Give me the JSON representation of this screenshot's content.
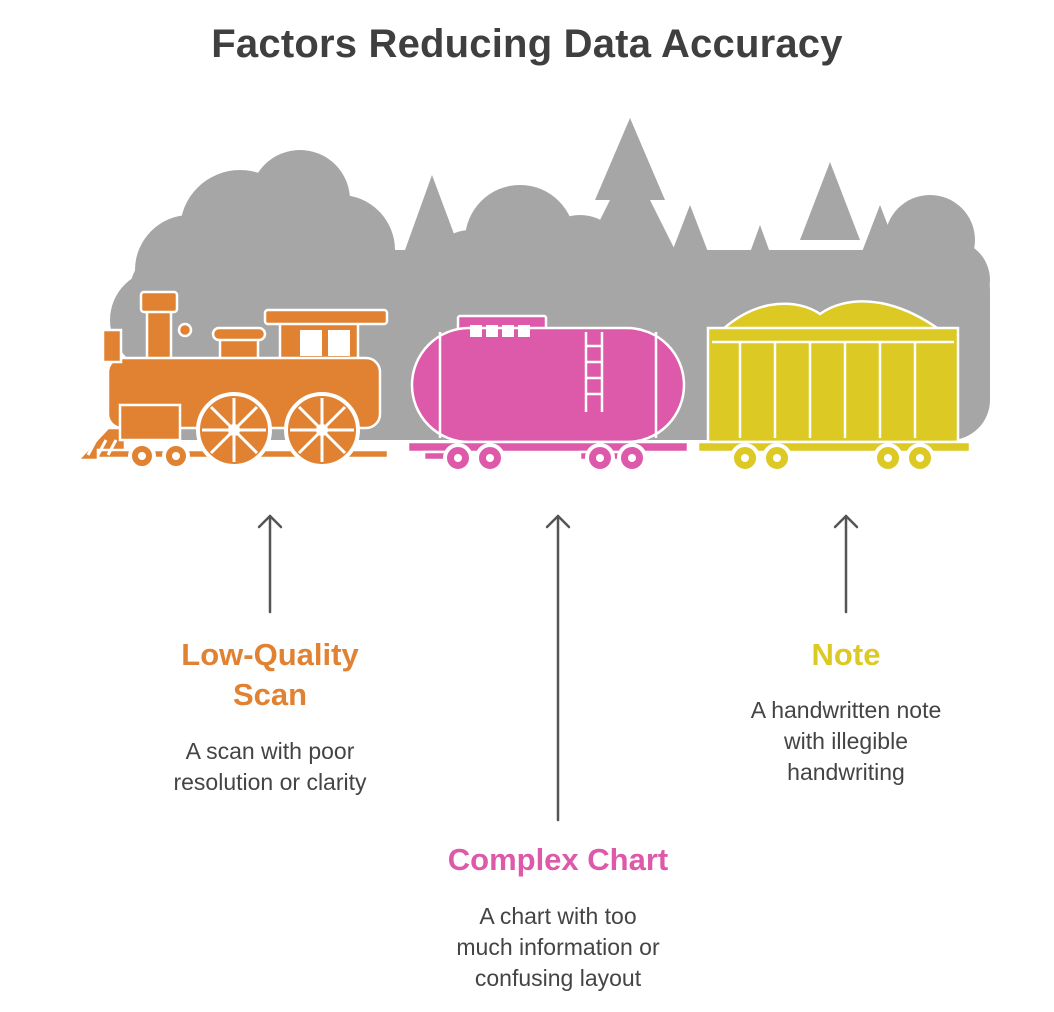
{
  "title": "Factors Reducing Data Accuracy",
  "colors": {
    "background": "#ffffff",
    "title": "#3f3f3f",
    "scenery": "#a6a6a6",
    "arrow": "#555555",
    "description": "#444444"
  },
  "items": [
    {
      "label_lines": [
        "Low-Quality",
        "Scan"
      ],
      "description_lines": [
        "A scan with poor",
        "resolution or clarity"
      ],
      "color": "#e08231",
      "icon": "steam-locomotive-icon"
    },
    {
      "label_lines": [
        "Complex Chart"
      ],
      "description_lines": [
        "A chart with too",
        "much information or",
        "confusing layout"
      ],
      "color": "#dd59a9",
      "icon": "tank-car-icon"
    },
    {
      "label_lines": [
        "Note"
      ],
      "description_lines": [
        "A handwritten note",
        "with illegible",
        "handwriting"
      ],
      "color": "#dcc923",
      "icon": "hopper-car-icon"
    }
  ]
}
